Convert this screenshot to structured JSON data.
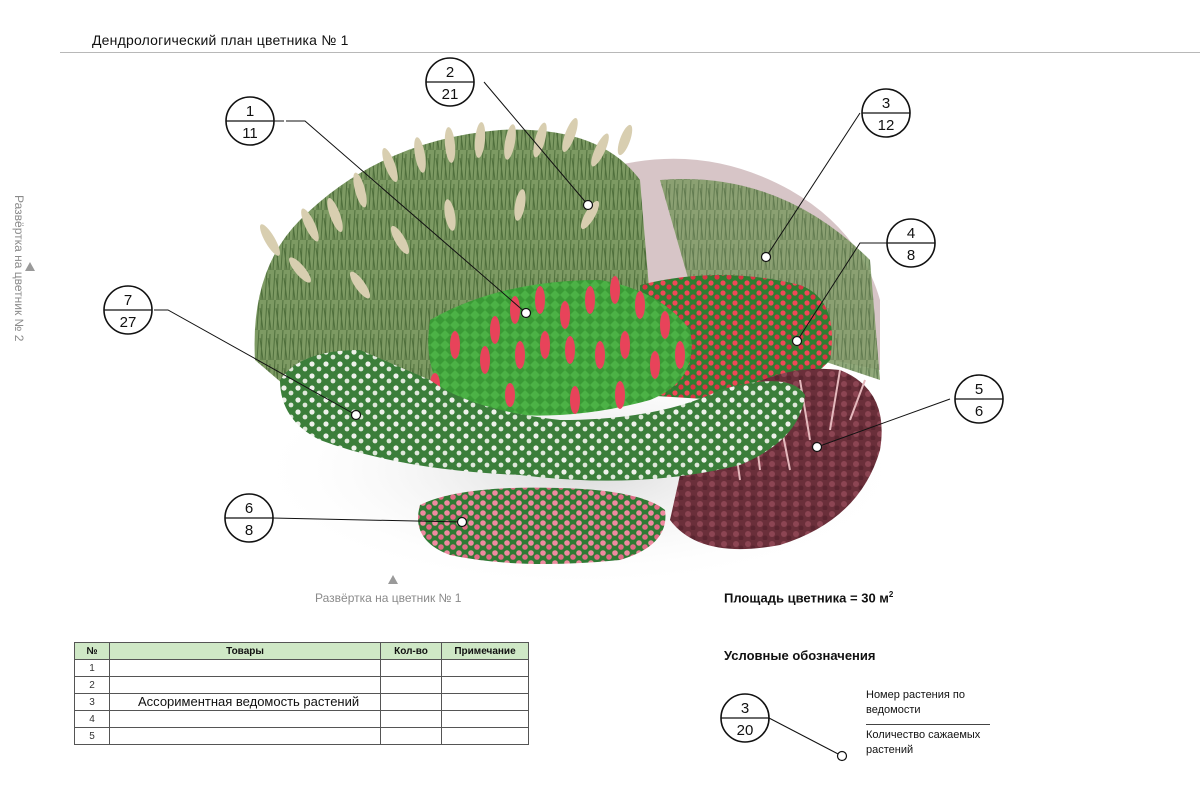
{
  "title": "Дендрологический план цветника № 1",
  "side_label": "Развёртка на цветник № 2",
  "bottom_label": "Развёртка на цветник № 1",
  "area_text": "Площадь цветника = 30 м",
  "area_sup": "2",
  "callouts": [
    {
      "num": "1",
      "qty": "11"
    },
    {
      "num": "2",
      "qty": "21"
    },
    {
      "num": "3",
      "qty": "12"
    },
    {
      "num": "4",
      "qty": "8"
    },
    {
      "num": "5",
      "qty": "6"
    },
    {
      "num": "6",
      "qty": "8"
    },
    {
      "num": "7",
      "qty": "27"
    }
  ],
  "table": {
    "headers": [
      "№",
      "Товары",
      "Кол-во",
      "Примечание"
    ],
    "rows": [
      "1",
      "2",
      "3",
      "4",
      "5"
    ],
    "note": "Ассориментная  ведомость растений"
  },
  "legend": {
    "title": "Условные обозначения",
    "num": "3",
    "qty": "20",
    "top_text": "Номер растения по ведомости",
    "bottom_text": "Количество сажаемых растений"
  },
  "colors": {
    "grass": "#6f8f55",
    "grass_plume": "#cfc6a6",
    "lupine": "#e8435a",
    "foliage": "#3f9a3a",
    "red_flowers": "#e6404e",
    "white_flowers": "#e8ece4",
    "pink_flowers": "#e77e94",
    "heuchera": "#7a3a45"
  }
}
